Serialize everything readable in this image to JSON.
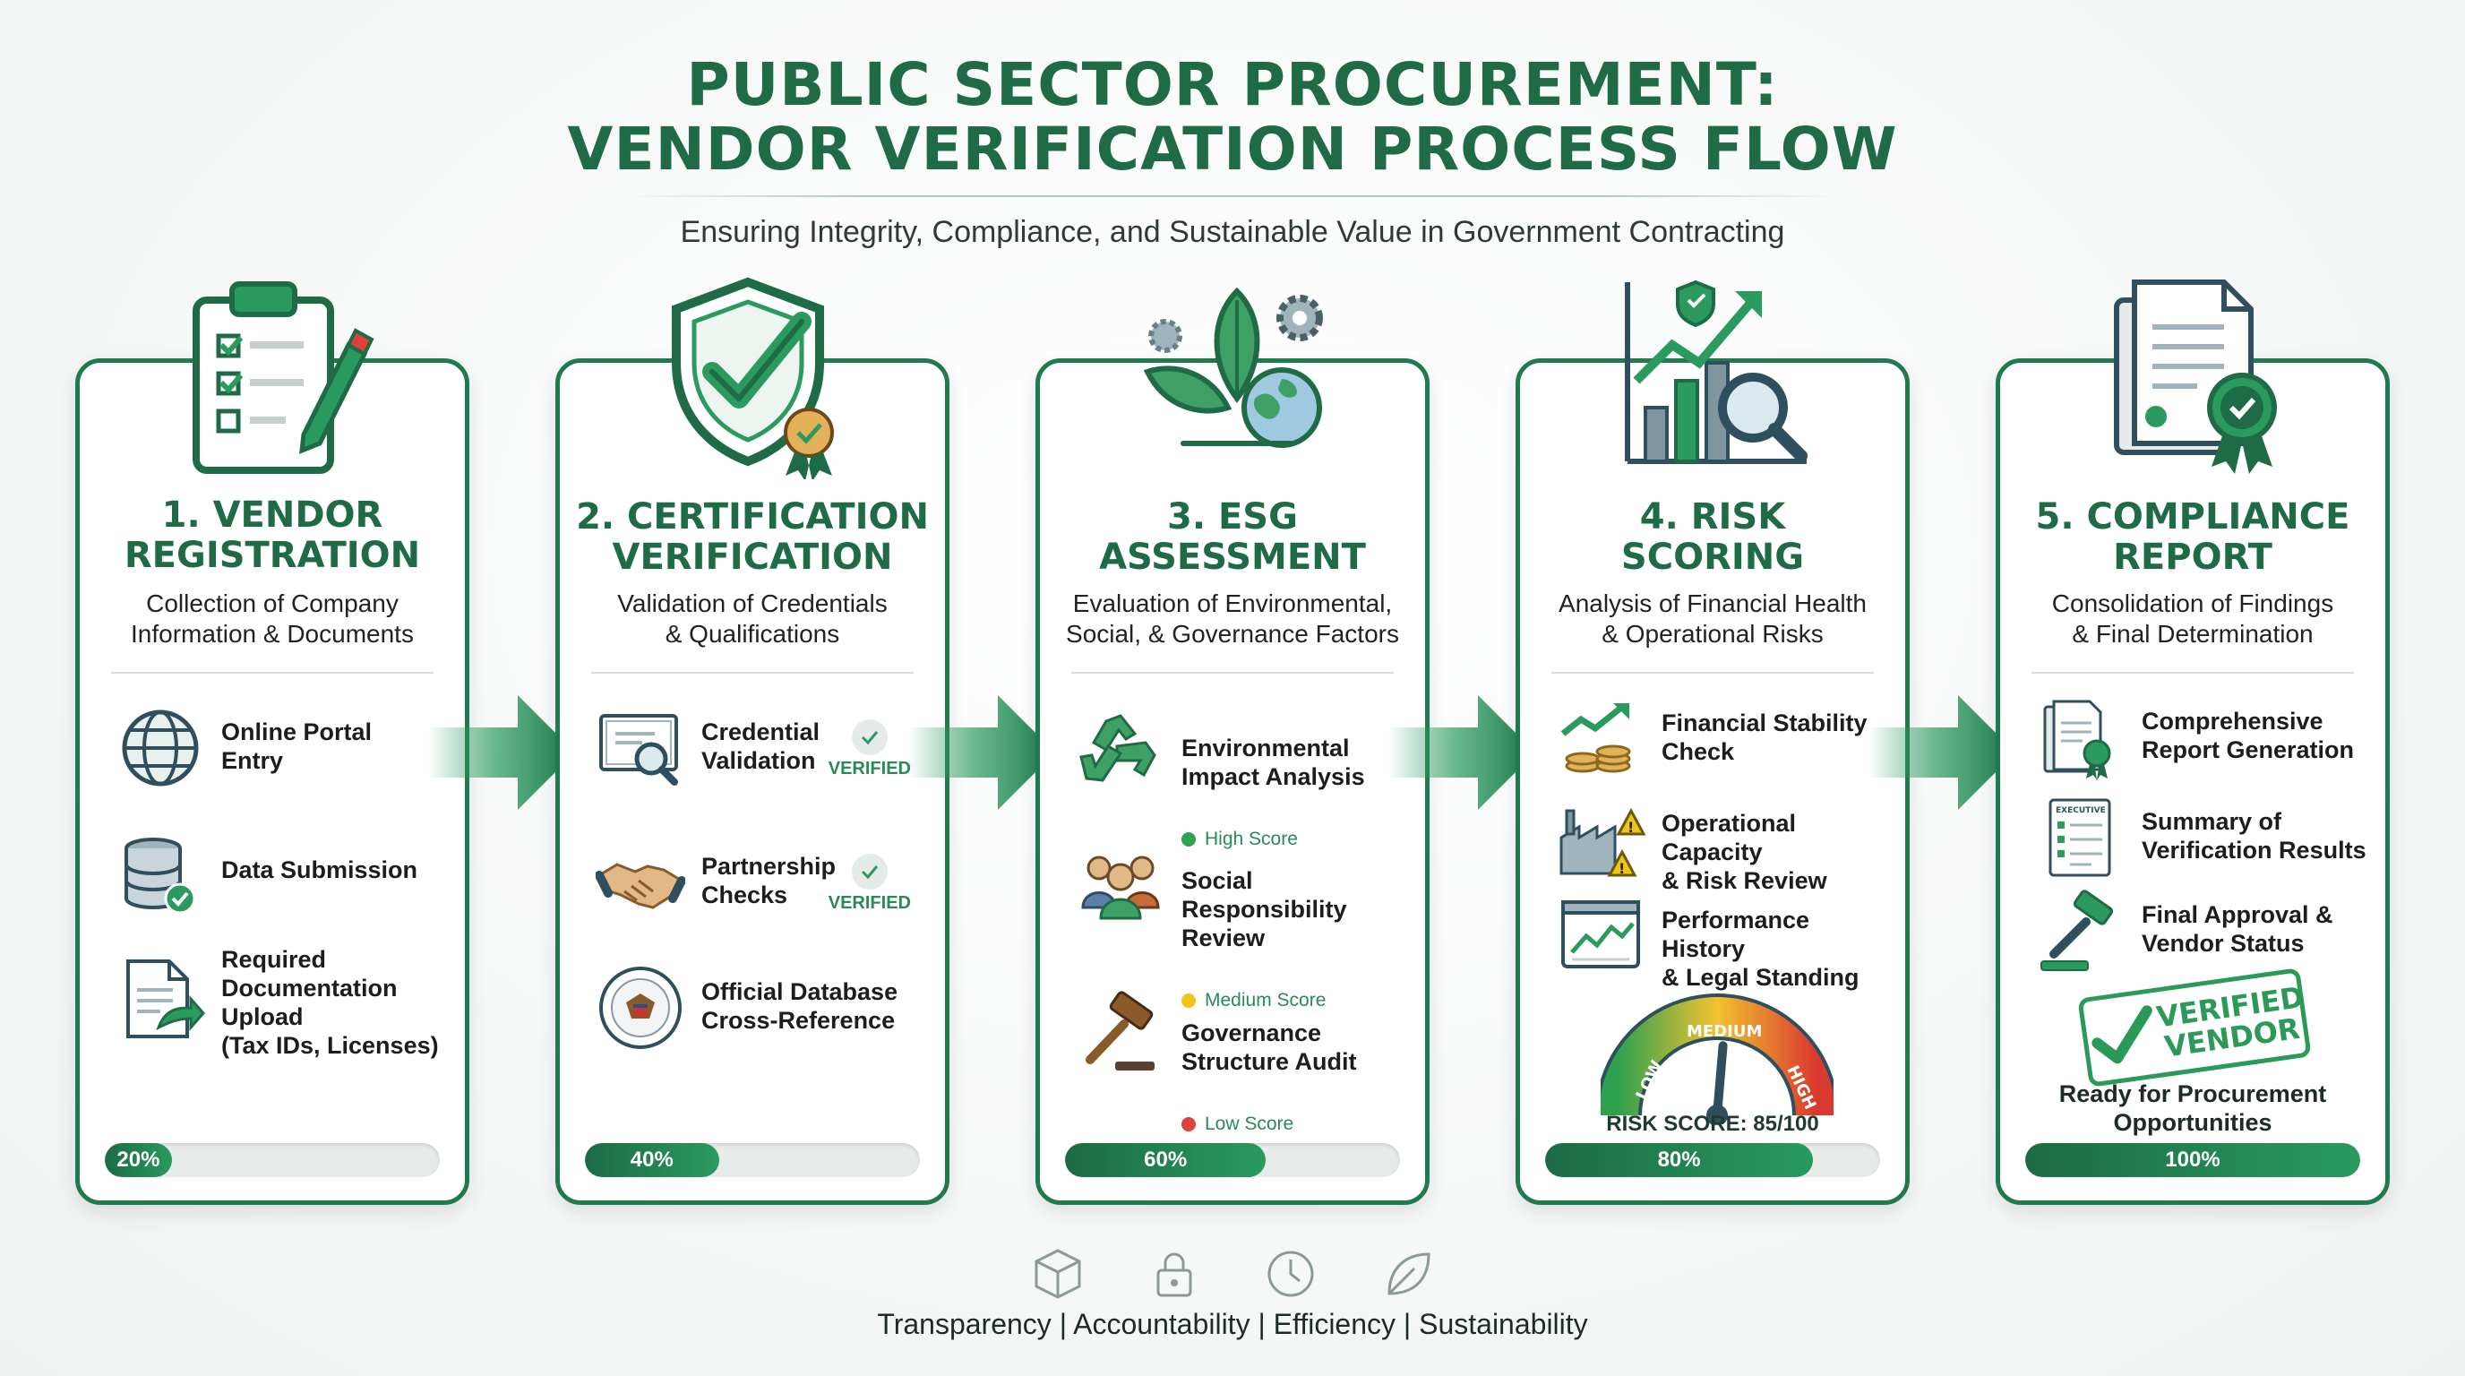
{
  "header": {
    "title_line1": "PUBLIC SECTOR PROCUREMENT:",
    "title_line2": "VENDOR VERIFICATION PROCESS FLOW",
    "subtitle": "Ensuring Integrity, Compliance, and Sustainable Value in Government Contracting"
  },
  "colors": {
    "brand_green": "#1f6b45",
    "accent_green": "#2a9a5f",
    "high": "#2fa44f",
    "medium": "#f0c419",
    "low": "#e0403a"
  },
  "steps": [
    {
      "title": "1. VENDOR\nREGISTRATION",
      "title_l1": "1. VENDOR",
      "title_l2": "REGISTRATION",
      "desc_l1": "Collection of Company",
      "desc_l2": "Information & Documents",
      "icon": "clipboard-checklist-icon",
      "items": [
        {
          "label": "Online Portal\nEntry",
          "icon": "globe-icon"
        },
        {
          "label": "Data Submission",
          "icon": "database-icon"
        },
        {
          "label": "Required\nDocumentation\nUpload\n(Tax IDs, Licenses)",
          "icon": "document-upload-icon"
        }
      ],
      "progress": 20,
      "progress_label": "20%"
    },
    {
      "title_l1": "2. CERTIFICATION",
      "title_l2": "VERIFICATION",
      "desc_l1": "Validation of Credentials",
      "desc_l2": "& Qualifications",
      "icon": "shield-check-icon",
      "items": [
        {
          "label": "Credential\nValidation",
          "icon": "certificate-magnifier-icon",
          "badge": "VERIFIED"
        },
        {
          "label": "Partnership\nChecks",
          "icon": "handshake-icon",
          "badge": "VERIFIED"
        },
        {
          "label": "Official Database\nCross-Reference",
          "icon": "official-seal-icon"
        }
      ],
      "progress": 40,
      "progress_label": "40%"
    },
    {
      "title_l1": "3. ESG",
      "title_l2": "ASSESSMENT",
      "desc_l1": "Evaluation of Environmental,",
      "desc_l2": "Social, & Governance Factors",
      "icon": "leaf-globe-gear-icon",
      "items": [
        {
          "label": "Environmental\nImpact Analysis",
          "icon": "recycle-icon",
          "score": "High Score",
          "score_level": "high"
        },
        {
          "label": "Social\nResponsibility\nReview",
          "icon": "people-group-icon",
          "score": "Medium Score",
          "score_level": "medium"
        },
        {
          "label": "Governance\nStructure Audit",
          "icon": "gavel-icon",
          "score": "Low Score",
          "score_level": "low"
        }
      ],
      "progress": 60,
      "progress_label": "60%"
    },
    {
      "title_l1": "4. RISK",
      "title_l2": "SCORING",
      "desc_l1": "Analysis of Financial Health",
      "desc_l2": "& Operational Risks",
      "icon": "chart-magnifier-icon",
      "items": [
        {
          "label": "Financial Stability\nCheck",
          "icon": "coins-growth-icon"
        },
        {
          "label": "Operational Capacity\n& Risk Review",
          "icon": "factory-warning-icon"
        },
        {
          "label": "Performance History\n& Legal Standing",
          "icon": "line-chart-window-icon"
        }
      ],
      "gauge": {
        "low": "LOW",
        "medium": "MEDIUM",
        "high": "HIGH",
        "score": 85,
        "max": 100
      },
      "risk_score_label": "RISK SCORE: 85/100",
      "progress": 80,
      "progress_label": "80%"
    },
    {
      "title_l1": "5. COMPLIANCE",
      "title_l2": "REPORT",
      "desc_l1": "Consolidation of Findings",
      "desc_l2": "& Final Determination",
      "icon": "report-ribbon-icon",
      "items": [
        {
          "label": "Comprehensive\nReport Generation",
          "icon": "report-ribbon-small-icon"
        },
        {
          "label": "Summary of\nVerification Results",
          "icon": "executive-summary-icon",
          "icon_text": "EXECUTIVE"
        },
        {
          "label": "Final Approval &\nVendor Status",
          "icon": "gavel-approval-icon"
        }
      ],
      "stamp": "VERIFIED\nVENDOR",
      "stamp_l1": "VERIFIED",
      "stamp_l2": "VENDOR",
      "ready_text": "Ready for Procurement\nOpportunities",
      "progress": 100,
      "progress_label": "100%"
    }
  ],
  "footer": {
    "icons": [
      "cube-icon",
      "lock-icon",
      "clock-icon",
      "leaf-icon"
    ],
    "text": "Transparency | Accountability | Efficiency | Sustainability"
  }
}
